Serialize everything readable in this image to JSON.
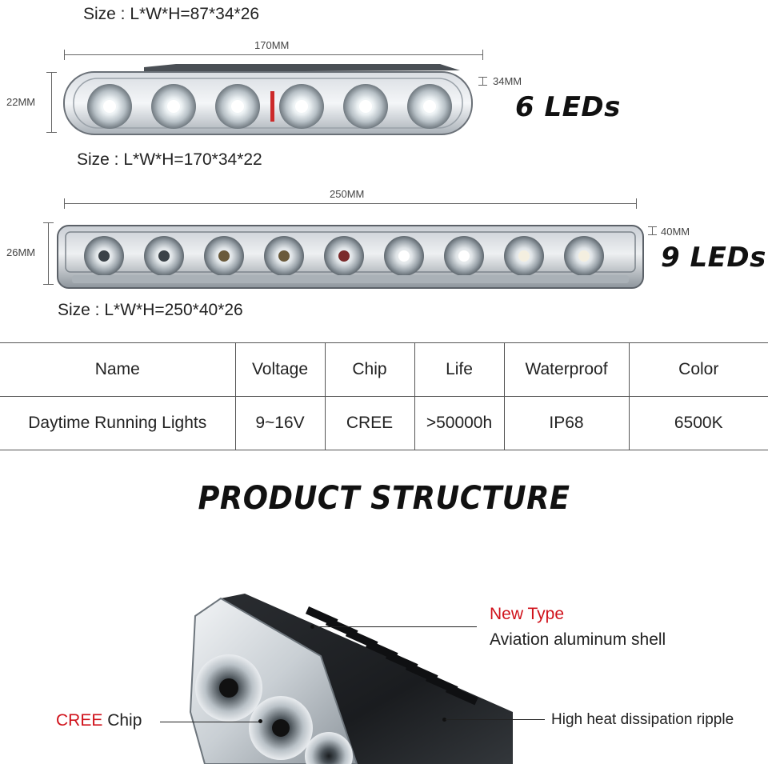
{
  "sizes": {
    "small": "Size : L*W*H=87*34*26",
    "six": "Size : L*W*H=170*34*22",
    "nine": "Size : L*W*H=250*40*26"
  },
  "dims": {
    "six_length": "170MM",
    "six_width": "34MM",
    "six_height": "22MM",
    "nine_length": "250MM",
    "nine_width": "40MM",
    "nine_height": "26MM"
  },
  "labels": {
    "six_leds": "6 LEDs",
    "nine_leds": "9 LEDs"
  },
  "table": {
    "headers": [
      "Name",
      "Voltage",
      "Chip",
      "Life",
      "Waterproof",
      "Color"
    ],
    "row": [
      "Daytime Running Lights",
      "9~16V",
      "CREE",
      ">50000h",
      "IP68",
      "6500K"
    ]
  },
  "structure": {
    "title": "PRODUCT STRUCTURE",
    "new_type": "New Type",
    "shell": "Aviation aluminum shell",
    "cree": "CREE",
    "chip": " Chip",
    "ripple": "High heat dissipation ripple"
  },
  "colors": {
    "accent_red": "#d0121b"
  }
}
